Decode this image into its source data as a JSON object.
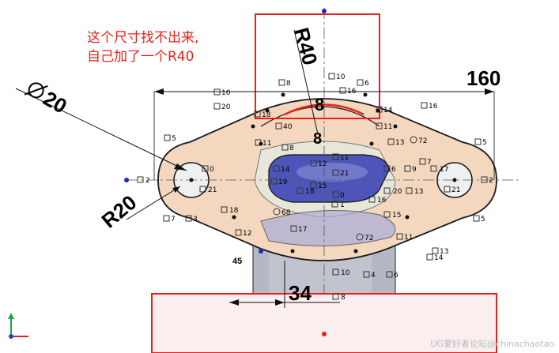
{
  "annotation": {
    "line1": "这个尺寸找不出来,",
    "line2": "自己加了一个R40"
  },
  "dimensions": {
    "diameter": "20",
    "r40": "R40",
    "r20": "R20",
    "width": "160",
    "d34": "34",
    "d8": "8",
    "d45": "45"
  },
  "constraint_labels": {
    "c10": "10",
    "c6": "6",
    "c16": "16",
    "c8": "8",
    "c20": "20",
    "c18": "18",
    "c14": "14",
    "c40": "40",
    "c11": "11",
    "c72": "72",
    "c13": "13",
    "c5": "5",
    "c2": "2",
    "c3": "3",
    "c7": "7",
    "c9": "9",
    "c17": "17",
    "c21": "21",
    "c12": "12",
    "c4": "4",
    "c15": "15",
    "c19": "19",
    "c1": "1",
    "c0": "0",
    "c68": "68"
  },
  "watermark": "UG爱好者论坛@chinachaotao",
  "colors": {
    "flange_fill": "#f4d7bf",
    "slot_fill": "#4d56b8",
    "highlight_red": "#e8201a",
    "tube_fill": "#b4b8c4"
  }
}
